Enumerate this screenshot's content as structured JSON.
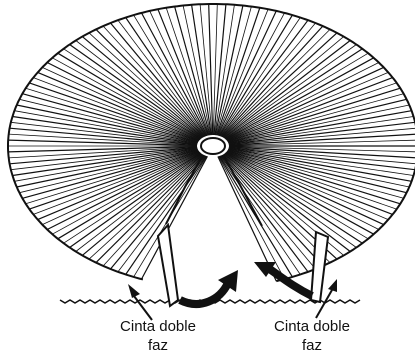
{
  "labels": {
    "left_line1": "Cinta doble",
    "left_line2": "faz",
    "right_line1": "Cinta doble",
    "right_line2": "faz"
  },
  "colors": {
    "ink": "#111111",
    "paper": "#ffffff"
  }
}
